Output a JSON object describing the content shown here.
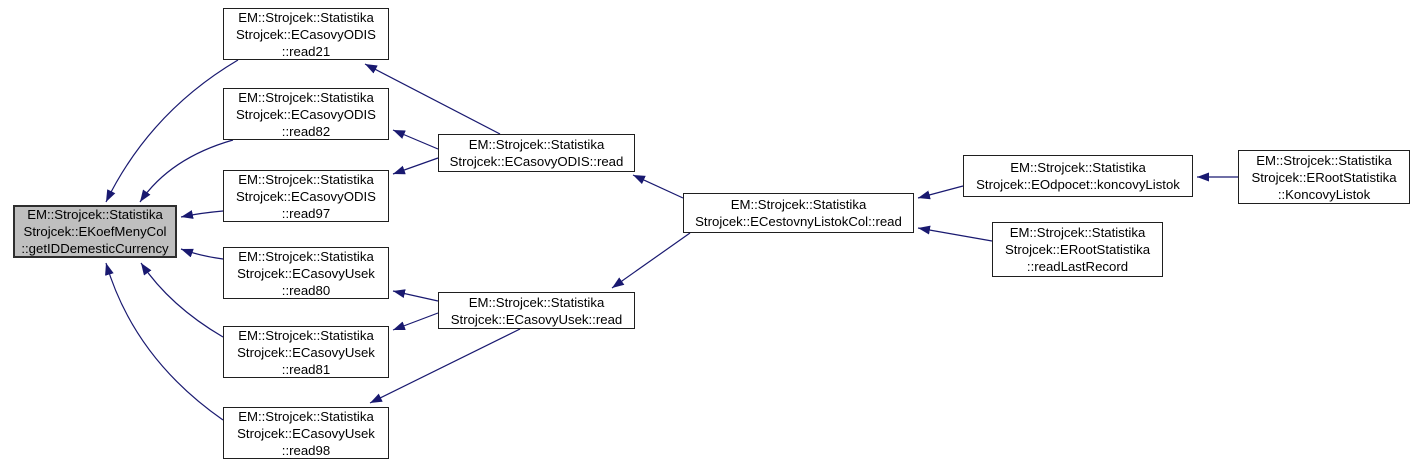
{
  "diagram": {
    "type": "doxygen-caller-graph",
    "arrow_color": "#191970",
    "node_fill": "#ffffff",
    "highlight_fill": "#bfbfbf",
    "nodes": {
      "getIDDemesticCurrency": {
        "highlighted": true,
        "lines": [
          "EM::Strojcek::Statistika",
          "Strojcek::EKoefMenyCol",
          "::getIDDemesticCurrency"
        ]
      },
      "read21": {
        "highlighted": false,
        "lines": [
          "EM::Strojcek::Statistika",
          "Strojcek::ECasovyODIS",
          "::read21"
        ]
      },
      "read82": {
        "highlighted": false,
        "lines": [
          "EM::Strojcek::Statistika",
          "Strojcek::ECasovyODIS",
          "::read82"
        ]
      },
      "read97": {
        "highlighted": false,
        "lines": [
          "EM::Strojcek::Statistika",
          "Strojcek::ECasovyODIS",
          "::read97"
        ]
      },
      "read80": {
        "highlighted": false,
        "lines": [
          "EM::Strojcek::Statistika",
          "Strojcek::ECasovyUsek",
          "::read80"
        ]
      },
      "read81": {
        "highlighted": false,
        "lines": [
          "EM::Strojcek::Statistika",
          "Strojcek::ECasovyUsek",
          "::read81"
        ]
      },
      "read98": {
        "highlighted": false,
        "lines": [
          "EM::Strojcek::Statistika",
          "Strojcek::ECasovyUsek",
          "::read98"
        ]
      },
      "ECasovyODIS_read": {
        "highlighted": false,
        "lines": [
          "EM::Strojcek::Statistika",
          "Strojcek::ECasovyODIS::read"
        ]
      },
      "ECasovyUsek_read": {
        "highlighted": false,
        "lines": [
          "EM::Strojcek::Statistika",
          "Strojcek::ECasovyUsek::read"
        ]
      },
      "ECestovnyListokCol_read,": {
        "highlighted": false,
        "lines": []
      },
      "ECestovnyListokCol_read": {
        "highlighted": false,
        "lines": [
          "EM::Strojcek::Statistika",
          "Strojcek::ECestovnyListokCol::read"
        ]
      },
      "koncovyListok": {
        "highlighted": false,
        "lines": [
          "EM::Strojcek::Statistika",
          "Strojcek::EOdpocet::koncovyListok"
        ]
      },
      "readLastRecord": {
        "highlighted": false,
        "lines": [
          "EM::Strojcek::Statistika",
          "Strojcek::ERootStatistika",
          "::readLastRecord"
        ]
      },
      "KoncovyListok": {
        "highlighted": false,
        "lines": [
          "EM::Strojcek::Statistika",
          "Strojcek::ERootStatistika",
          "::KoncovyListok"
        ]
      }
    },
    "edges": [
      {
        "from": "read21",
        "to": "getIDDemesticCurrency"
      },
      {
        "from": "read82",
        "to": "getIDDemesticCurrency"
      },
      {
        "from": "read97",
        "to": "getIDDemesticCurrency"
      },
      {
        "from": "read80",
        "to": "getIDDemesticCurrency"
      },
      {
        "from": "read81",
        "to": "getIDDemesticCurrency"
      },
      {
        "from": "read98",
        "to": "getIDDemesticCurrency"
      },
      {
        "from": "ECasovyODIS_read",
        "to": "read21"
      },
      {
        "from": "ECasovyODIS_read",
        "to": "read82"
      },
      {
        "from": "ECasovyODIS_read",
        "to": "read97"
      },
      {
        "from": "ECasovyUsek_read",
        "to": "read80"
      },
      {
        "from": "ECasovyUsek_read",
        "to": "read81"
      },
      {
        "from": "ECasovyUsek_read",
        "to": "read98"
      },
      {
        "from": "ECestovnyListokCol_read",
        "to": "ECasovyODIS_read"
      },
      {
        "from": "ECestovnyListokCol_read",
        "to": "ECasovyUsek_read"
      },
      {
        "from": "koncovyListok",
        "to": "ECestovnyListokCol_read"
      },
      {
        "from": "readLastRecord",
        "to": "ECestovnyListokCol_read"
      },
      {
        "from": "KoncovyListok",
        "to": "koncovyListok"
      }
    ]
  }
}
